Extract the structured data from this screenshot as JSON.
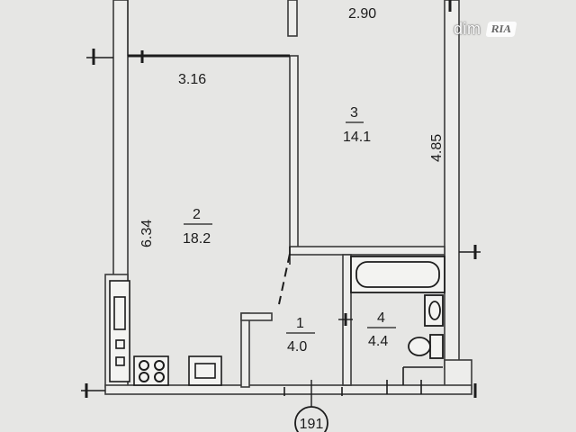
{
  "plan": {
    "dimensions": {
      "top_width": "2.90",
      "room2_width": "3.16",
      "room3_depth": "4.85",
      "room2_depth": "6.34"
    },
    "rooms": [
      {
        "number": "1",
        "area": "4.0"
      },
      {
        "number": "2",
        "area": "18.2"
      },
      {
        "number": "3",
        "area": "14.1"
      },
      {
        "number": "4",
        "area": "4.4"
      }
    ],
    "axis_marker": "191",
    "colors": {
      "background": "#e6e6e4",
      "wall": "#3a3a3a",
      "wall_fill": "#ededeb",
      "line": "#1c1c1c"
    }
  },
  "watermark": {
    "brand": "dim",
    "logo": "RIA"
  }
}
